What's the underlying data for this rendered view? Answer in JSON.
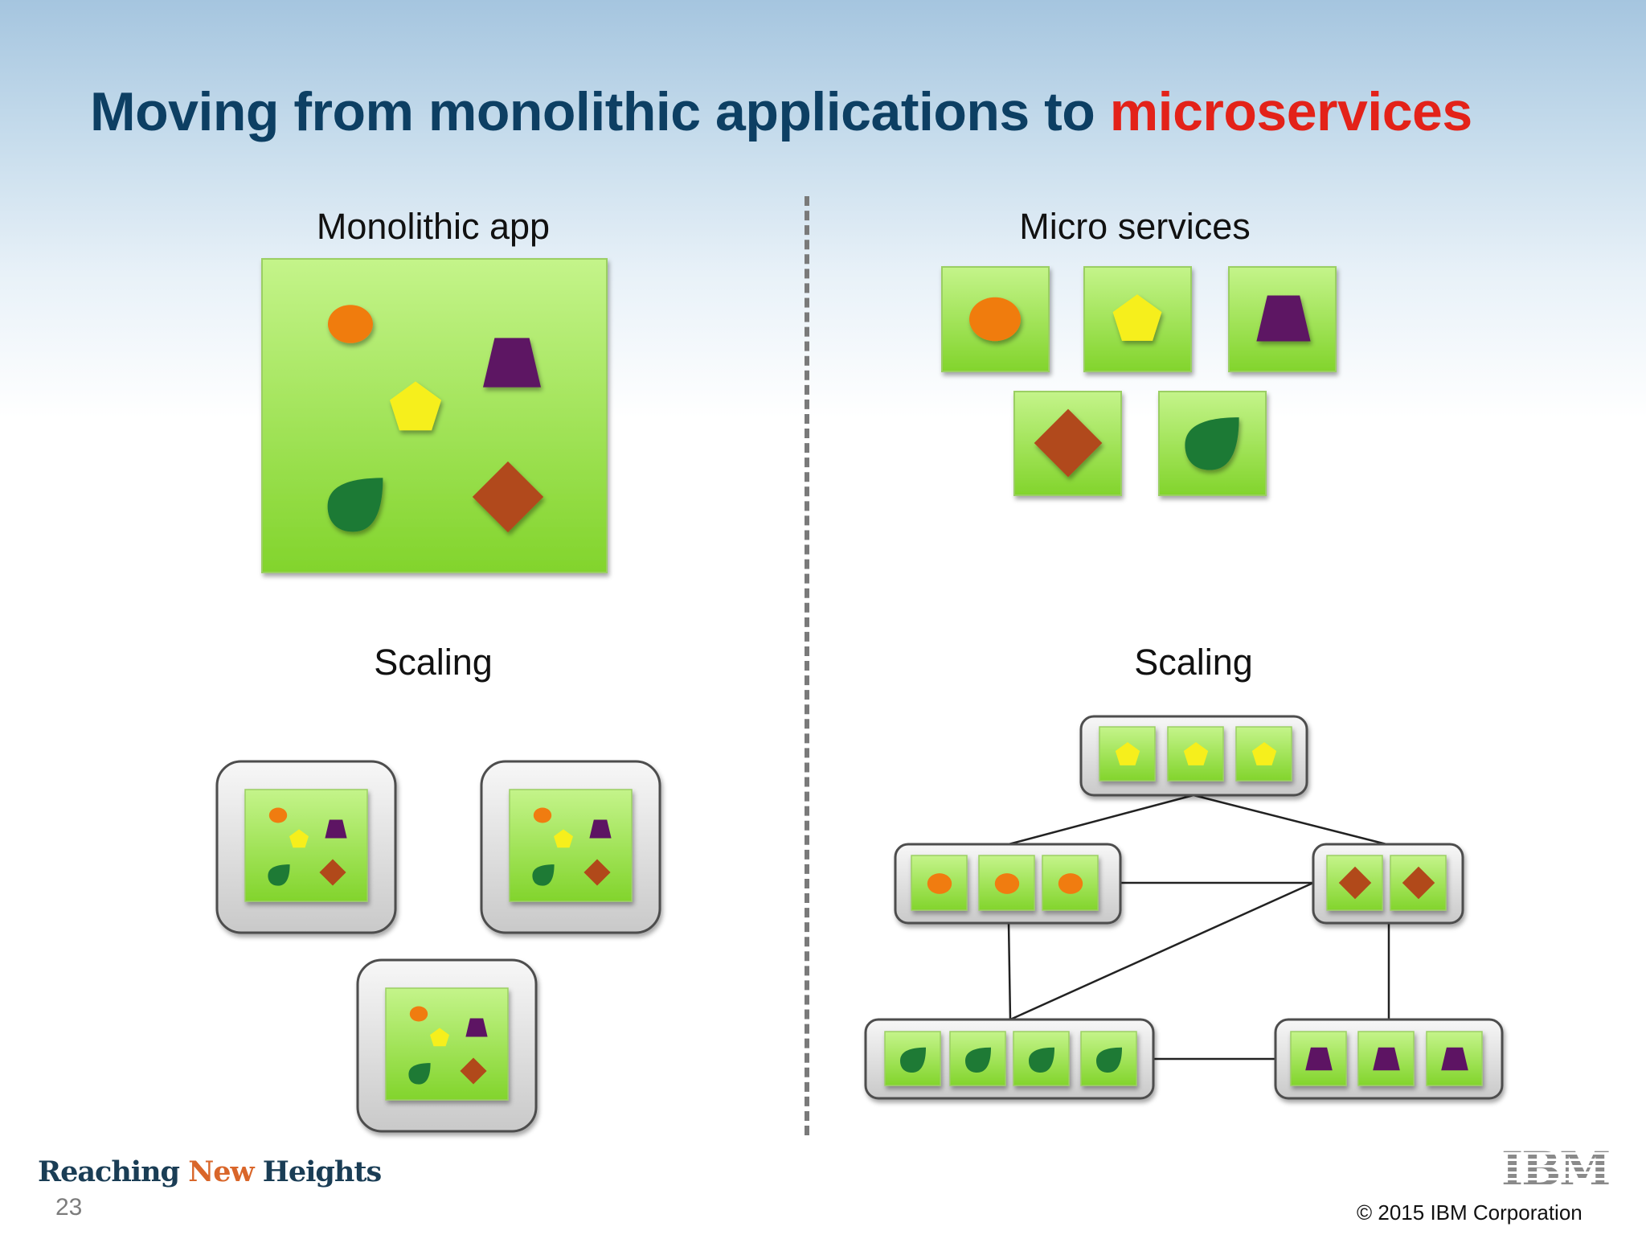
{
  "title": {
    "main": "Moving from monolithic applications to ",
    "highlight": "microservices"
  },
  "left_panel": {
    "heading": "Monolithic app",
    "scaling_heading": "Scaling"
  },
  "right_panel": {
    "heading": "Micro services",
    "scaling_heading": "Scaling"
  },
  "footer": {
    "tagline_part1": "Reaching ",
    "tagline_part2": "New",
    "tagline_part3": " Heights",
    "page_number": "23",
    "logo": "IBM",
    "copyright": "© 2015 IBM Corporation"
  },
  "colors": {
    "title": "#0d3f63",
    "title_highlight": "#e32219",
    "box_green_light": "#c4f48a",
    "box_green_dark": "#82d42c",
    "circle_orange": "#f07c10",
    "pentagon_yellow": "#f6ef1c",
    "trapezoid_purple": "#5d1463",
    "diamond_brown": "#b1491a",
    "leaf_green": "#1e7a35"
  },
  "icons": [
    "circle-icon",
    "pentagon-icon",
    "trapezoid-icon",
    "diamond-icon",
    "leaf-icon"
  ]
}
